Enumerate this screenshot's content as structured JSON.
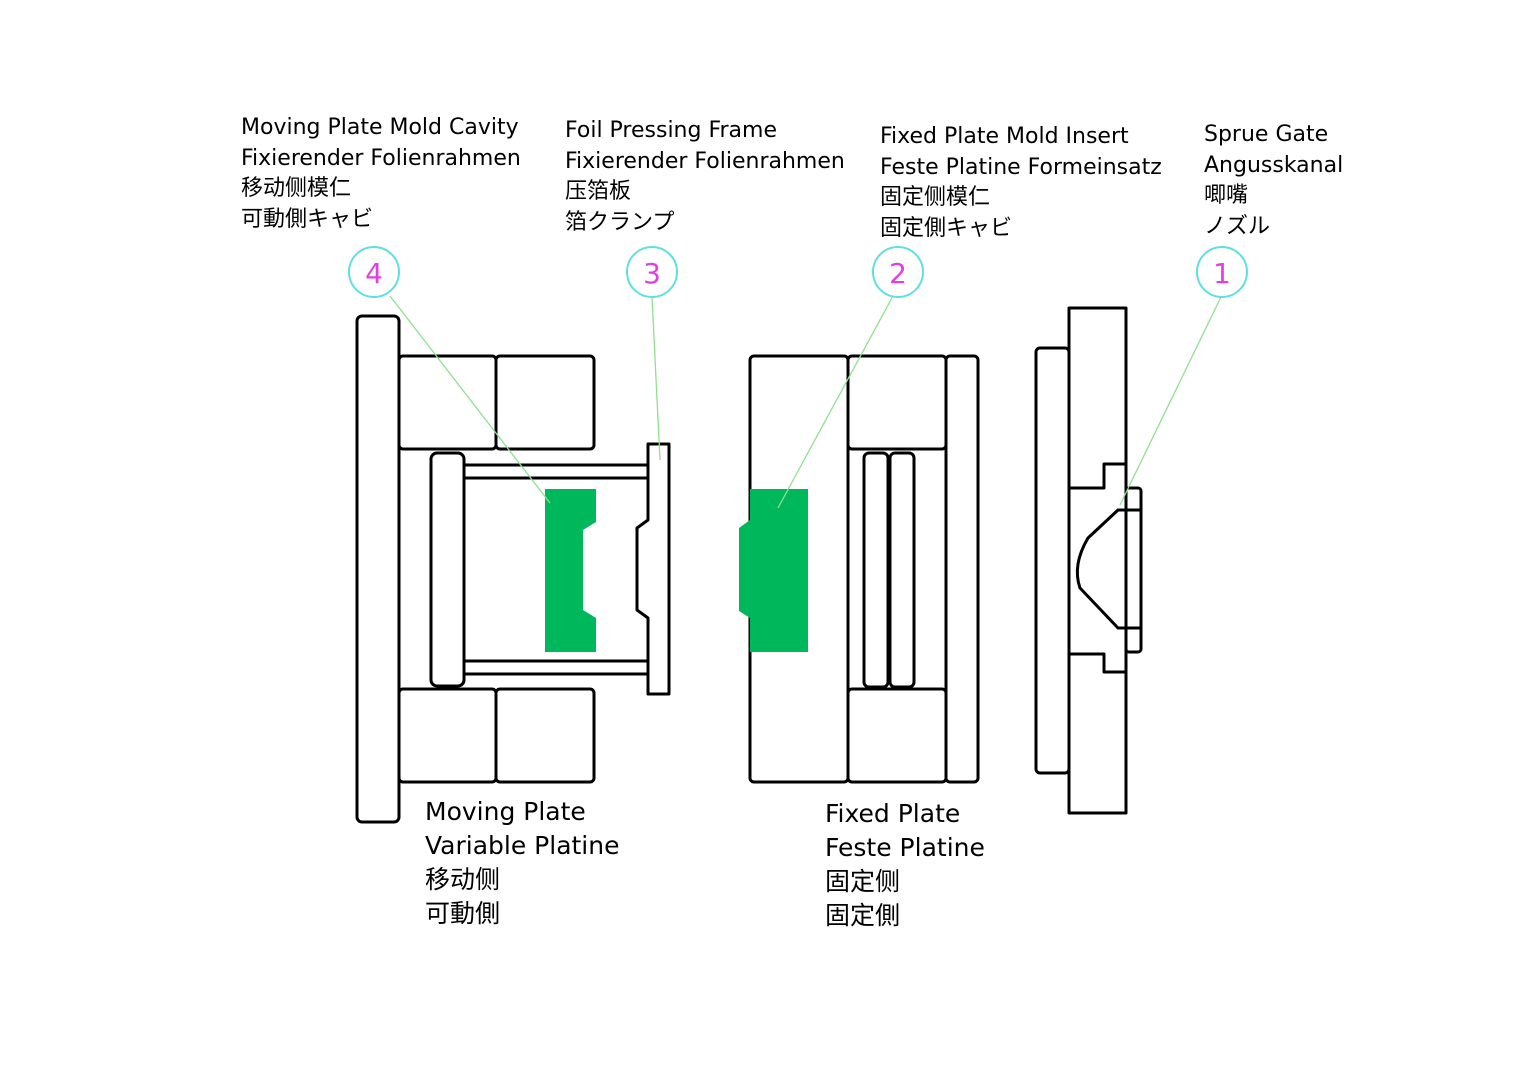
{
  "callouts": [
    {
      "number": "4",
      "lines": [
        "Moving Plate Mold Cavity",
        "Fixierender Folienrahmen",
        "移动侧模仁",
        "可動側キャビ"
      ]
    },
    {
      "number": "3",
      "lines": [
        "Foil Pressing Frame",
        "Fixierender Folienrahmen",
        "压箔板",
        "箔クランプ"
      ]
    },
    {
      "number": "2",
      "lines": [
        "Fixed Plate Mold Insert",
        "Feste Platine Formeinsatz",
        "固定侧模仁",
        "固定側キャビ"
      ]
    },
    {
      "number": "1",
      "lines": [
        "Sprue Gate",
        "Angusskanal",
        "唧嘴",
        "ノズル"
      ]
    }
  ],
  "moving_plate": {
    "lines": [
      "Moving Plate",
      "Variable Platine",
      "移动侧",
      "可動側"
    ]
  },
  "fixed_plate": {
    "lines": [
      "Fixed Plate",
      "Feste Platine",
      "固定侧",
      "固定側"
    ]
  },
  "colors": {
    "insert_fill": "#00b85c",
    "bubble_stroke": "#5ee0e0",
    "bubble_text": "#e040e0",
    "leader": "#8fe08f",
    "outline": "#000000"
  }
}
